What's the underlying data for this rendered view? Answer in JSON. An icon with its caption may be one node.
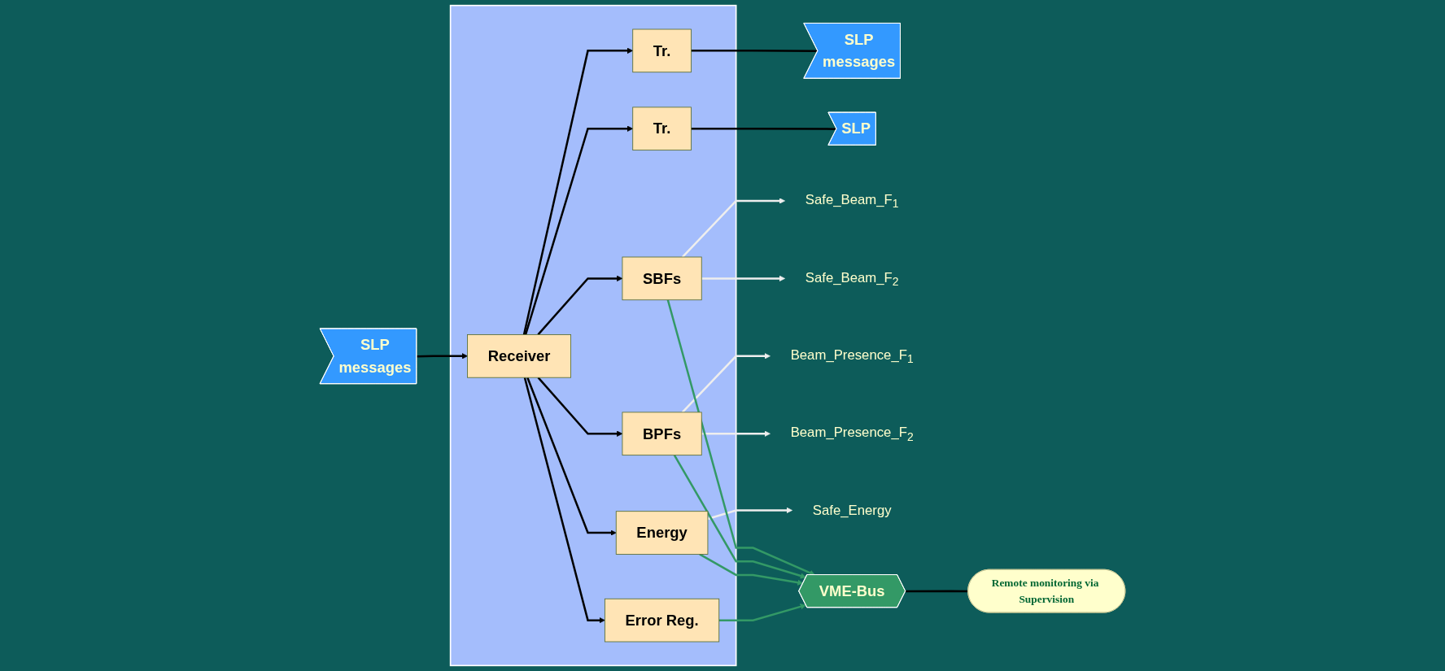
{
  "diagram": {
    "nodes": [
      {
        "text": [],
        "shape": "box"
      },
      {
        "text": [
          "SLP",
          "messages"
        ]
      },
      {
        "text": [
          "Receiver"
        ],
        "in": 0
      },
      {
        "text": [
          "Tr."
        ],
        "in": 0
      },
      {
        "text": [
          "Tr."
        ],
        "in": 0
      },
      {
        "text": [
          "SLP",
          "messages"
        ]
      },
      {
        "text": [
          "SLP"
        ]
      },
      {
        "text": [
          "Error Reg."
        ],
        "in": 0
      },
      {
        "text": [
          "Energy"
        ],
        "in": 0
      },
      {
        "text": [
          "BPFs"
        ],
        "in": 0
      },
      {
        "text": [
          "SBFs"
        ],
        "in": 0
      },
      {
        "text": [
          "Safe_Beam_F$_{1}$"
        ]
      },
      {
        "text": [
          "Safe_Beam_F$_{2}$"
        ]
      },
      {
        "text": [
          "Beam_Presence_F$_{1}$"
        ]
      },
      {
        "text": [
          "Beam_Presence_F$_{2}$"
        ]
      },
      {
        "text": [
          "Safe_Energy"
        ]
      },
      {
        "text": [
          "VME-Bus"
        ]
      },
      {
        "text": [
          "Remote monitoring via Supervision"
        ]
      }
    ],
    "edges": [
      {
        "from": 1,
        "to": 2,
        "arrow": "to"
      },
      {
        "from": 2,
        "to": 3,
        "arrow": "to"
      },
      {
        "from": 2,
        "to": 4,
        "arrow": "to"
      },
      {
        "from": 3,
        "to": 5,
        "arrow": "none"
      },
      {
        "from": 4,
        "to": 6,
        "arrow": "none"
      },
      {
        "from": 2,
        "to": 7,
        "arrow": "to"
      },
      {
        "from": 2,
        "to": 8,
        "arrow": "to"
      },
      {
        "from": 2,
        "to": 9,
        "arrow": "to"
      },
      {
        "from": 2,
        "to": 10,
        "arrow": "to"
      },
      {
        "from": 10,
        "to": 11,
        "arrow": "to",
        "color": "#eeeeee"
      },
      {
        "from": 10,
        "to": 12,
        "arrow": "to",
        "color": "#eeeeee"
      },
      {
        "from": 9,
        "to": 13,
        "arrow": "to",
        "color": "#eeeeee"
      },
      {
        "from": 9,
        "to": 14,
        "arrow": "to",
        "color": "#eeeeee"
      },
      {
        "from": 8,
        "to": 15,
        "arrow": "to",
        "color": "#eeeeee"
      },
      {
        "from": 7,
        "to": 16,
        "arrow": "to",
        "color": "#339966"
      },
      {
        "from": 8,
        "to": 16,
        "arrow": "to",
        "color": "#339966"
      },
      {
        "from": 9,
        "to": 16,
        "arrow": "to",
        "color": "#339966"
      },
      {
        "from": 10,
        "to": 16,
        "arrow": "to",
        "color": "#339966"
      },
      {
        "from": 16,
        "to": 17,
        "arrow": "none"
      }
    ]
  }
}
